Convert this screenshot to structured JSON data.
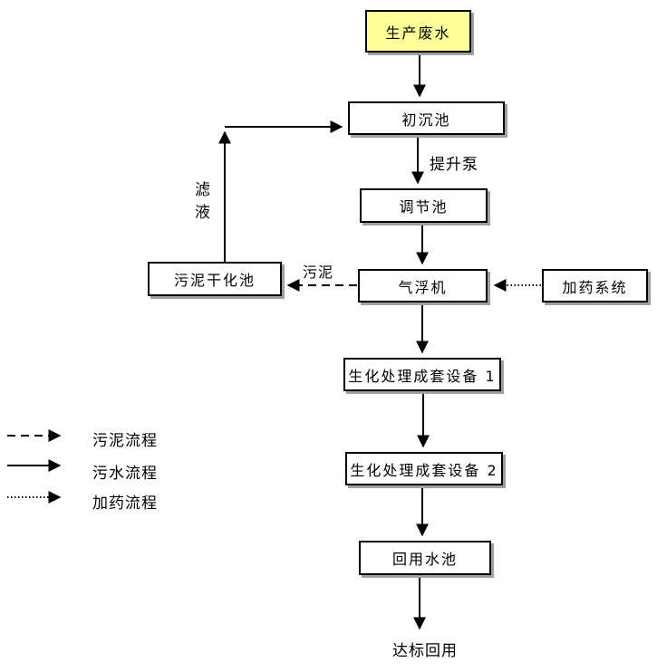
{
  "colors": {
    "background": "#ffffff",
    "node_fill": "#ffffff",
    "source_fill": "#ffff99",
    "border": "#000000",
    "shadow": "#a0a0a0",
    "line": "#000000"
  },
  "nodes": [
    {
      "id": "production-wastewater",
      "label": "生产废水"
    },
    {
      "id": "primary-sedimentation-tank",
      "label": "初沉池"
    },
    {
      "id": "regulating-tank",
      "label": "调节池"
    },
    {
      "id": "air-flotation-machine",
      "label": "气浮机"
    },
    {
      "id": "dosing-system",
      "label": "加药系统"
    },
    {
      "id": "sludge-drying-tank",
      "label": "污泥干化池"
    },
    {
      "id": "bio-treatment-unit-1",
      "label": "生化处理成套设备 1"
    },
    {
      "id": "bio-treatment-unit-2",
      "label": "生化处理成套设备 2"
    },
    {
      "id": "reuse-water-tank",
      "label": "回用水池"
    }
  ],
  "edge_labels": {
    "lift_pump": "提升泵",
    "filtrate": "滤液",
    "sludge": "污泥",
    "outcome": "达标回用"
  },
  "edges": [
    {
      "from": "production-wastewater",
      "to": "primary-sedimentation-tank",
      "style": "solid"
    },
    {
      "from": "primary-sedimentation-tank",
      "to": "regulating-tank",
      "style": "solid",
      "label": "提升泵"
    },
    {
      "from": "regulating-tank",
      "to": "air-flotation-machine",
      "style": "solid"
    },
    {
      "from": "air-flotation-machine",
      "to": "sludge-drying-tank",
      "style": "dashed",
      "label": "污泥"
    },
    {
      "from": "dosing-system",
      "to": "air-flotation-machine",
      "style": "dotted"
    },
    {
      "from": "sludge-drying-tank",
      "to": "primary-sedimentation-tank",
      "style": "solid",
      "label": "滤液"
    },
    {
      "from": "air-flotation-machine",
      "to": "bio-treatment-unit-1",
      "style": "solid"
    },
    {
      "from": "bio-treatment-unit-1",
      "to": "bio-treatment-unit-2",
      "style": "solid"
    },
    {
      "from": "bio-treatment-unit-2",
      "to": "reuse-water-tank",
      "style": "solid"
    },
    {
      "from": "reuse-water-tank",
      "to": "达标回用",
      "style": "solid"
    }
  ],
  "legend": [
    {
      "style": "dashed",
      "label": "污泥流程"
    },
    {
      "style": "solid",
      "label": "污水流程"
    },
    {
      "style": "dotted",
      "label": "加药流程"
    }
  ]
}
